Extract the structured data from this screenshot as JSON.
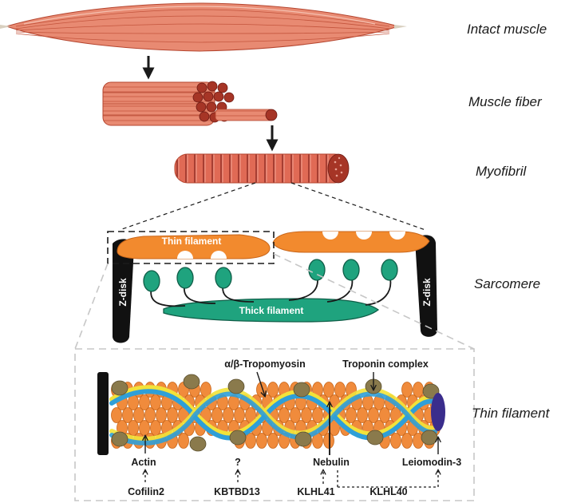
{
  "levels": {
    "intact_muscle": "Intact muscle",
    "muscle_fiber": "Muscle fiber",
    "myofibril": "Myofibril",
    "sarcomere": "Sarcomere",
    "thin_filament": "Thin filament"
  },
  "sarcomere": {
    "thin_filament": "Thin filament",
    "thick_filament": "Thick filament",
    "z_disk_left": "Z-disk",
    "z_disk_right": "Z-disk"
  },
  "thin_filament_detail": {
    "tropomyosin": "α/β-Tropomyosin",
    "troponin": "Troponin complex",
    "actin": "Actin",
    "unknown": "?",
    "nebulin": "Nebulin",
    "leiomodin": "Leiomodin-3"
  },
  "genes": {
    "cofilin": "Cofilin2",
    "kbtbd13": "KBTBD13",
    "klhl41": "KLHL41",
    "klhl40": "KLHL40"
  },
  "colors": {
    "muscle": "#e07a63",
    "muscle_dark": "#b5452f",
    "fiber_end": "#8e2a22",
    "actin": "#f08b3c",
    "troponin": "#8a7a4c",
    "tropomyosin_blue": "#2f9fd8",
    "tropomyosin_yellow": "#f2e23a",
    "myosin": "#1fa37e",
    "zdisk": "#111111",
    "leiomodin": "#3a2d8c"
  }
}
